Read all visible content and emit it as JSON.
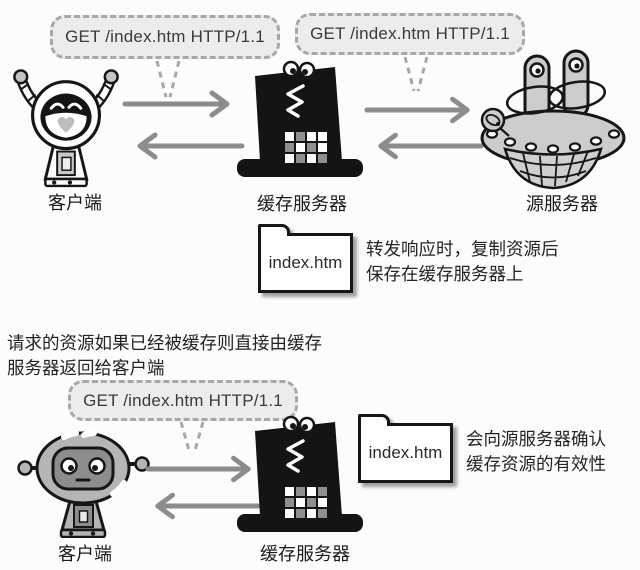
{
  "bubbles": {
    "top_left": "GET /index.htm HTTP/1.1",
    "top_right": "GET /index.htm HTTP/1.1",
    "bottom": "GET /index.htm HTTP/1.1"
  },
  "labels": {
    "client_top": "客户端",
    "cache_top": "缓存服务器",
    "origin": "源服务器",
    "client_bottom": "客户端",
    "cache_bottom": "缓存服务器"
  },
  "folders": {
    "top": "index.htm",
    "bottom": "index.htm"
  },
  "captions": {
    "copy_note": "转发响应时，复制资源后\n保存在缓存服务器上",
    "cached_note": "请求的资源如果已经被缓存则直接由缓存\n服务器返回给客户端",
    "validity_note": "会向源服务器确认\n缓存资源的有效性"
  },
  "icons": {
    "client_top": "happy-robot",
    "cache_server": "black-tower-server",
    "origin_server": "ufo-server",
    "client_bottom": "gray-robot",
    "folder": "document-folder"
  },
  "colors": {
    "background": "#fcfcfc",
    "bubble_fill": "#ececec",
    "bubble_border": "#a8a8a8",
    "arrow": "#8c8c8c",
    "ink": "#161616",
    "robot_gray": "#b5b5b5",
    "ufo_gray": "#cccccc"
  }
}
